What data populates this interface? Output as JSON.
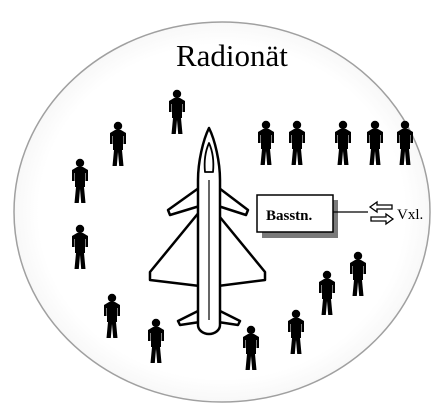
{
  "diagram": {
    "title": "Radionät",
    "base_station_label": "Basstn.",
    "exchange_label": "Vxl."
  }
}
